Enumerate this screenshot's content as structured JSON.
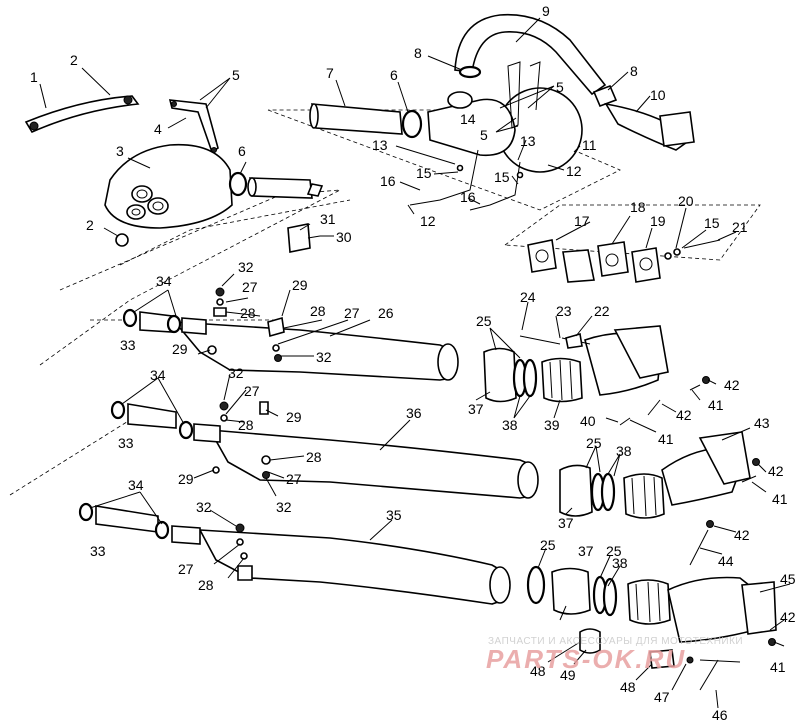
{
  "watermark": {
    "tagline": "ЗАПЧАСТИ И АКСЕССУАРЫ ДЛЯ МОТОТЕХНИКИ",
    "logo": "PARTS-OK.RU",
    "color": "#e8a0a0"
  },
  "callouts": {
    "c1": "1",
    "c2a": "2",
    "c2b": "2",
    "c3": "3",
    "c4": "4",
    "c5a": "5",
    "c5b": "5",
    "c5c": "5",
    "c6a": "6",
    "c6b": "6",
    "c7": "7",
    "c8a": "8",
    "c8b": "8",
    "c9": "9",
    "c10": "10",
    "c11": "11",
    "c12a": "12",
    "c12b": "12",
    "c13a": "13",
    "c13b": "13",
    "c14": "14",
    "c15a": "15",
    "c15b": "15",
    "c15c": "15",
    "c16a": "16",
    "c16b": "16",
    "c17": "17",
    "c18": "18",
    "c19": "19",
    "c20": "20",
    "c21": "21",
    "c22": "22",
    "c23": "23",
    "c24": "24",
    "c25a": "25",
    "c25b": "25",
    "c25c": "25",
    "c25d": "25",
    "c26": "26",
    "c27a": "27",
    "c27b": "27",
    "c27c": "27",
    "c27d": "27",
    "c27e": "27",
    "c28a": "28",
    "c28b": "28",
    "c28c": "28",
    "c28d": "28",
    "c28e": "28",
    "c29a": "29",
    "c29b": "29",
    "c29c": "29",
    "c29d": "29",
    "c30": "30",
    "c31": "31",
    "c32a": "32",
    "c32b": "32",
    "c32c": "32",
    "c32d": "32",
    "c32e": "32",
    "c33a": "33",
    "c33b": "33",
    "c33c": "33",
    "c34a": "34",
    "c34b": "34",
    "c34c": "34",
    "c35": "35",
    "c36": "36",
    "c37a": "37",
    "c37b": "37",
    "c37c": "37",
    "c38a": "38",
    "c38b": "38",
    "c38c": "38",
    "c39": "39",
    "c40": "40",
    "c41a": "41",
    "c41b": "41",
    "c41c": "41",
    "c41d": "41",
    "c42a": "42",
    "c42b": "42",
    "c42c": "42",
    "c42d": "42",
    "c42e": "42",
    "c43": "43",
    "c44": "44",
    "c45": "45",
    "c46": "46",
    "c47": "47",
    "c48a": "48",
    "c48b": "48",
    "c49": "49"
  }
}
